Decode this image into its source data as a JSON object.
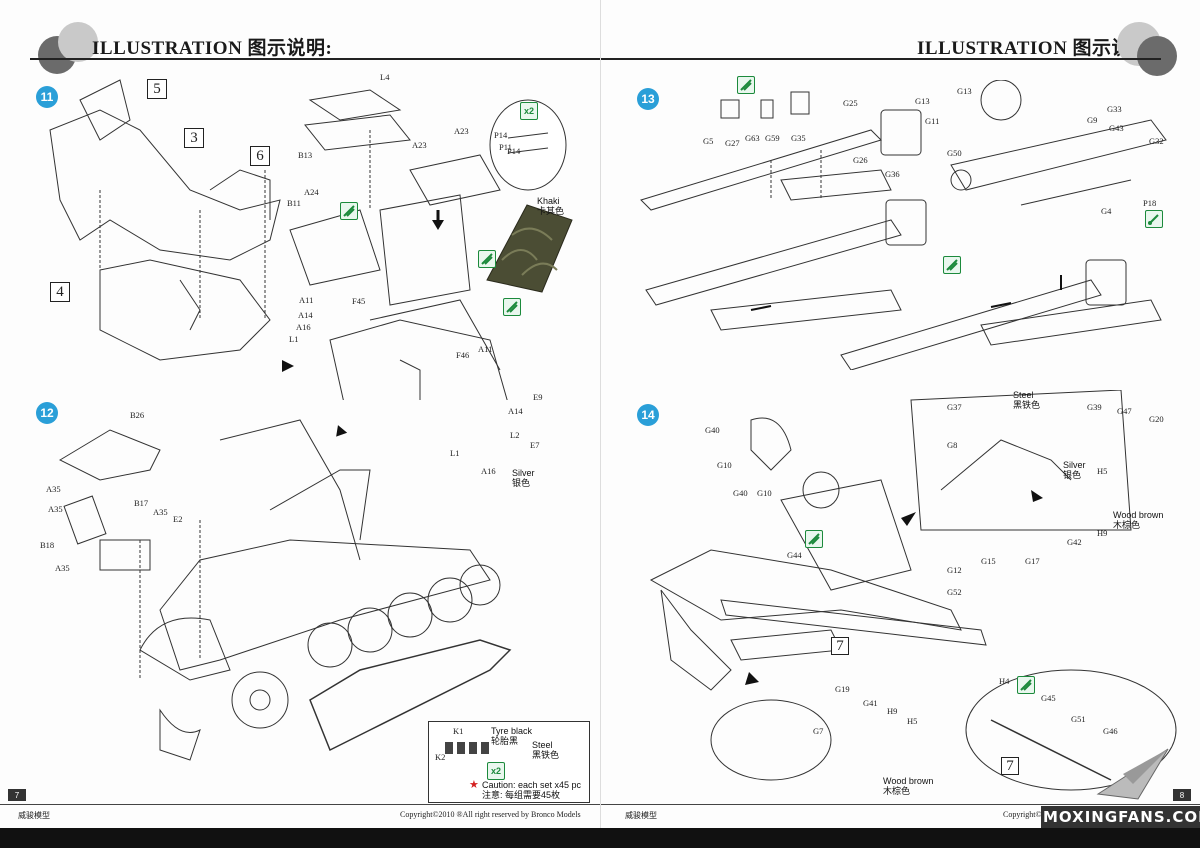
{
  "header": {
    "title": "ILLUSTRATION 图示说明:"
  },
  "steps": {
    "s11": "11",
    "s12": "12",
    "s13": "13",
    "s14": "14"
  },
  "boxes": {
    "b5": "5",
    "b3": "3",
    "b6": "6",
    "b4": "4",
    "b7a": "7",
    "b7b": "7"
  },
  "parts11": {
    "l4": "L4",
    "b13": "B13",
    "a23a": "A23",
    "a23b": "A23",
    "p14a": "P14",
    "p11": "P11",
    "p14b": "P14",
    "b11": "B11",
    "a24": "A24",
    "a11a": "A11",
    "f45": "F45",
    "a14a": "A14",
    "a16a": "A16",
    "l1a": "L1",
    "f46": "F46",
    "a11b": "A11",
    "e9": "E9",
    "a14b": "A14",
    "l2": "L2",
    "e7": "E7",
    "l1b": "L1",
    "a16b": "A16"
  },
  "paints11": {
    "khaki": "Khaki\n卡其色",
    "silver": "Silver\n银色",
    "x2": "x2"
  },
  "parts12": {
    "b26": "B26",
    "a35a": "A35",
    "a35b": "A35",
    "b18": "B18",
    "b17": "B17",
    "a35c": "A35",
    "e2": "E2",
    "a35d": "A35",
    "k1": "K1",
    "k2": "K2"
  },
  "caution": {
    "tyre": "Tyre black\n轮胎黑",
    "steel": "Steel\n黑铁色",
    "x2": "x2",
    "en": "Caution: each set x45 pc",
    "cn": "注意: 每组需要45枚"
  },
  "parts13": {
    "g25": "G25",
    "g13a": "G13",
    "g13b": "G13",
    "g11": "G11",
    "g5": "G5",
    "g27": "G27",
    "g63": "G63",
    "g59": "G59",
    "g35": "G35",
    "g26": "G26",
    "g36": "G36",
    "g9": "G9",
    "g33": "G33",
    "g43": "G43",
    "g32": "G32",
    "g50": "G50",
    "p18": "P18",
    "g4": "G4"
  },
  "parts14": {
    "g40a": "G40",
    "g10a": "G10",
    "g40b": "G40",
    "g10b": "G10",
    "g44": "G44",
    "g12": "G12",
    "g52": "G52",
    "g37": "G37",
    "g8": "G8",
    "g39": "G39",
    "g47": "G47",
    "g20": "G20",
    "h5a": "H5",
    "h9a": "H9",
    "g42": "G42",
    "g15": "G15",
    "g17": "G17",
    "g19": "G19",
    "g41": "G41",
    "h9b": "H9",
    "h5b": "H5",
    "g7": "G7",
    "h4": "H4",
    "g45": "G45",
    "g51": "G51",
    "g46": "G46"
  },
  "paints14": {
    "steel": "Steel\n黑铁色",
    "silver": "Silver\n银色",
    "wood1": "Wood brown\n木棕色",
    "wood2": "Wood brown\n木棕色"
  },
  "footer": {
    "left_brand": "威骏模型",
    "left_copy": "Copyright©2010 ®All right reserved by Bronco Models",
    "right_brand": "威骏模型",
    "right_copy": "Copyright©",
    "page_left": "7",
    "page_right": "8",
    "watermark": "MOXINGFANS.COM"
  },
  "colors": {
    "step": "#2a9fd8",
    "green": "#1c8a3c",
    "khaki": "#4b4d34"
  }
}
